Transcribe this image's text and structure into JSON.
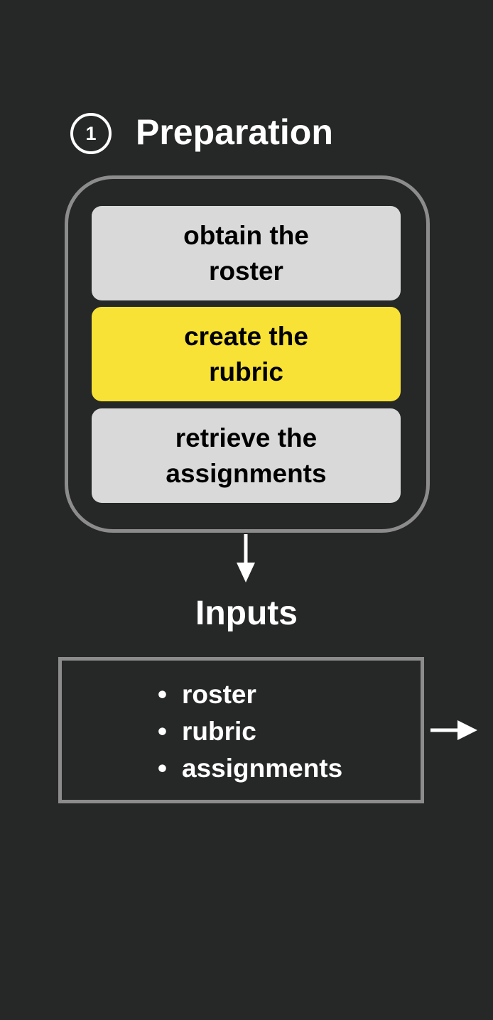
{
  "step": {
    "number": "1",
    "title": "Preparation"
  },
  "cards": [
    {
      "line1": "obtain the",
      "line2": "roster",
      "highlighted": false
    },
    {
      "line1": "create the",
      "line2": "rubric",
      "highlighted": true
    },
    {
      "line1": "retrieve the",
      "line2": "assignments",
      "highlighted": false
    }
  ],
  "inputs": {
    "title": "Inputs",
    "bullet": "•",
    "items": [
      "roster",
      "rubric",
      "assignments"
    ]
  },
  "colors": {
    "background": "#262727",
    "card": "#d9d9d9",
    "highlight": "#f8e236",
    "border": "#8c8c8c",
    "text": "#ffffff"
  },
  "icons": {
    "down_arrow": "arrow-down-icon",
    "right_arrow": "arrow-right-icon"
  }
}
